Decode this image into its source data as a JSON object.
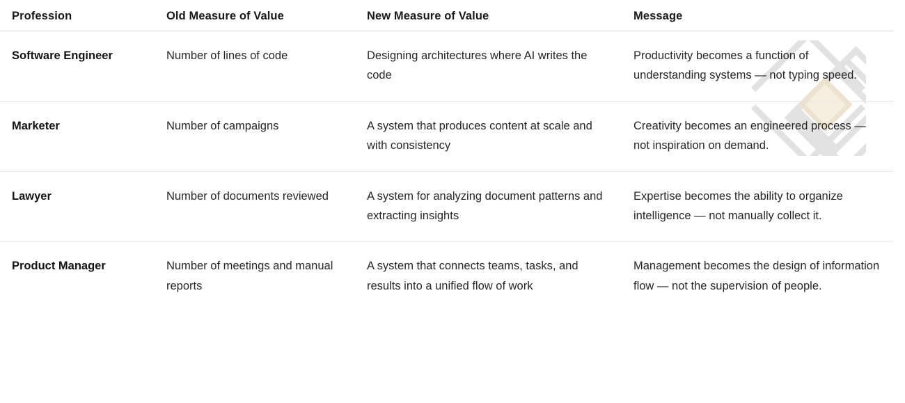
{
  "table": {
    "columns": [
      {
        "key": "profession",
        "label": "Profession"
      },
      {
        "key": "old_measure",
        "label": "Old Measure of Value"
      },
      {
        "key": "new_measure",
        "label": "New Measure of Value"
      },
      {
        "key": "message",
        "label": "Message"
      }
    ],
    "rows": [
      {
        "profession": "Software Engineer",
        "old_measure": "Number of lines of code",
        "new_measure": "Designing architectures where AI writes the code",
        "message": "Productivity becomes a function of understanding systems — not typing speed."
      },
      {
        "profession": "Marketer",
        "old_measure": "Number of campaigns",
        "new_measure": "A system that produces content at scale and with consistency",
        "message": "Creativity becomes an engineered process — not inspiration on demand."
      },
      {
        "profession": "Lawyer",
        "old_measure": "Number of documents reviewed",
        "new_measure": "A system for analyzing document patterns and extracting insights",
        "message": "Expertise becomes the ability to organize intelligence — not manually collect it."
      },
      {
        "profession": "Product Manager",
        "old_measure": "Number of meetings and manual reports",
        "new_measure": "A system that connects teams, tasks, and results into a unified flow of work",
        "message": "Management becomes the design of information flow — not the supervision of people."
      }
    ]
  },
  "watermark": {
    "name": "diamond-lattice-watermark",
    "line_color": "#e2e2e2",
    "center_color": "#f6eedf"
  },
  "colors": {
    "background": "#ffffff",
    "text": "#262626",
    "heading": "#1a1a1a",
    "header_rule": "#dcdcdc",
    "row_rule": "#e6e6e6"
  }
}
